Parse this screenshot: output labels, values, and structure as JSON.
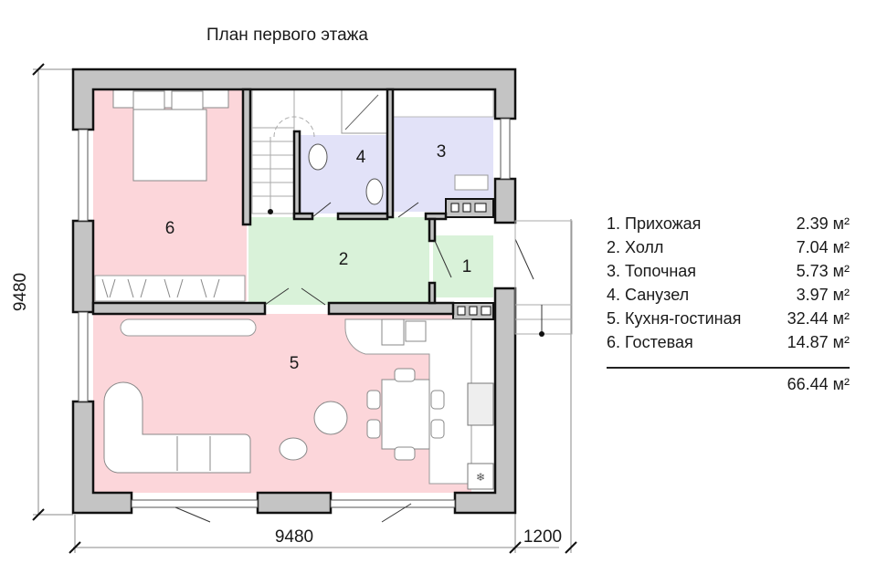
{
  "title": "План первого этажа",
  "rooms": [
    {
      "num": "1",
      "name": "Прихожая",
      "area": "2.39 м²",
      "color": "#d9f2d9"
    },
    {
      "num": "2",
      "name": "Холл",
      "area": "7.04 м²",
      "color": "#d9f2d9"
    },
    {
      "num": "3",
      "name": "Топочная",
      "area": "5.73 м²",
      "color": "#e2e2f8"
    },
    {
      "num": "4",
      "name": "Санузел",
      "area": "3.97 м²",
      "color": "#e2e2f8"
    },
    {
      "num": "5",
      "name": "Кухня-гостиная",
      "area": "32.44 м²",
      "color": "#fcd6da"
    },
    {
      "num": "6",
      "name": "Гостевая",
      "area": "14.87 м²",
      "color": "#fcd6da"
    }
  ],
  "legend": {
    "rows": [
      {
        "label": "1. Прихожая",
        "area": "2.39 м²"
      },
      {
        "label": "2. Холл",
        "area": "7.04 м²"
      },
      {
        "label": "3. Топочная",
        "area": "5.73 м²"
      },
      {
        "label": "4. Санузел",
        "area": "3.97 м²"
      },
      {
        "label": "5. Кухня-гостиная",
        "area": "32.44 м²"
      },
      {
        "label": "6. Гостевая",
        "area": "14.87 м²"
      }
    ],
    "total": "66.44 м²"
  },
  "dimensions": {
    "height": "9480",
    "width": "9480",
    "porch": "1200"
  },
  "colors": {
    "wall": "#c4c4c4",
    "wall_outline": "#111111",
    "pink": "#fcd6da",
    "green": "#d9f2d9",
    "lavender": "#e2e2f8"
  }
}
